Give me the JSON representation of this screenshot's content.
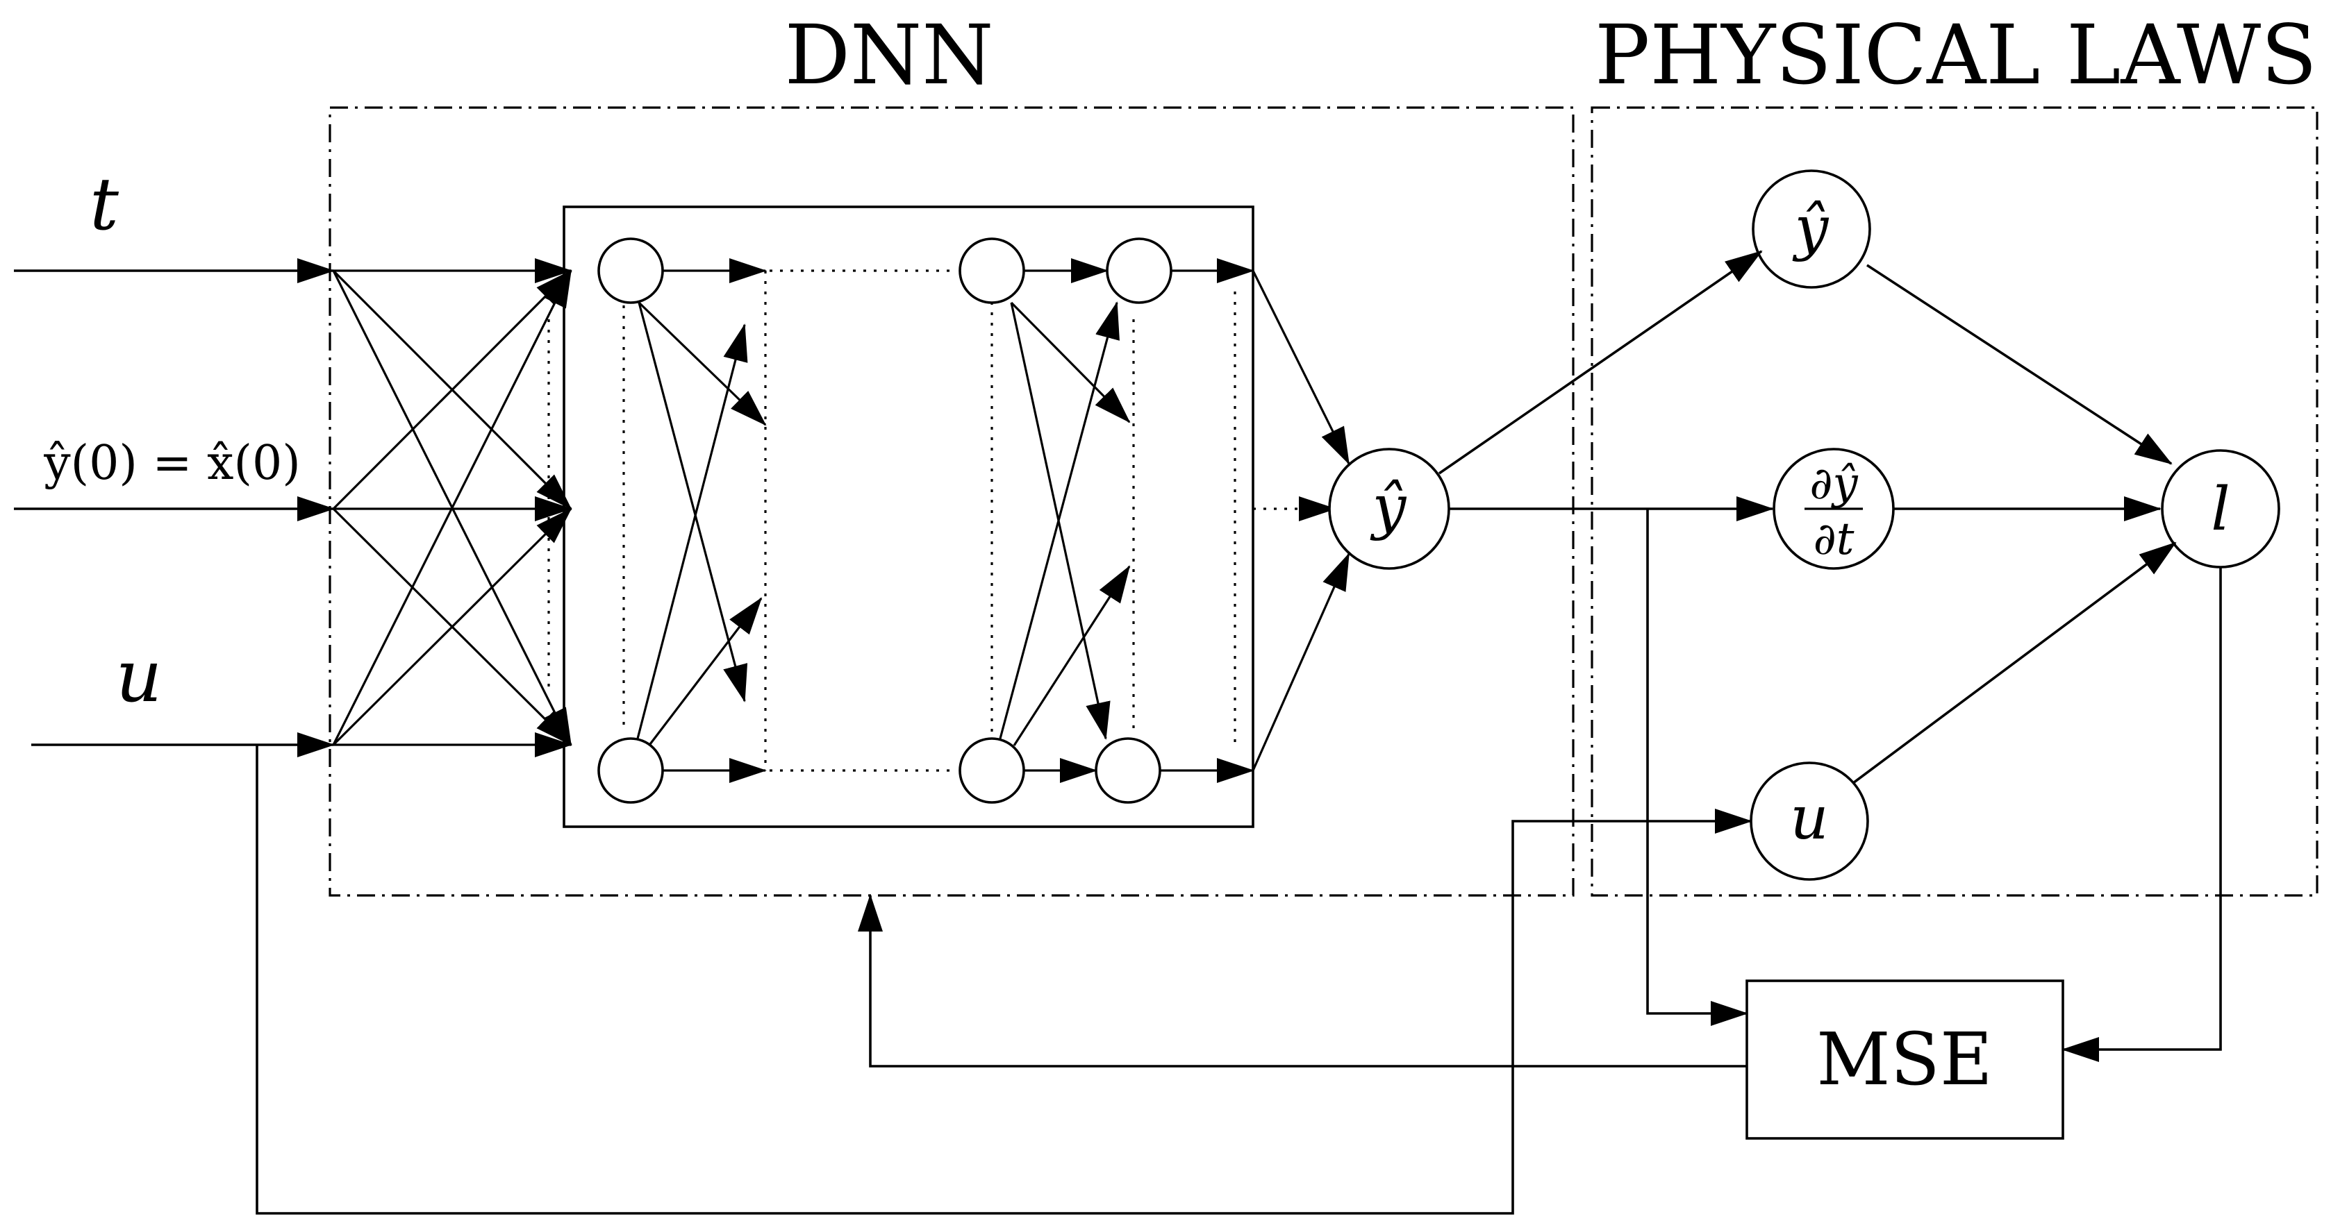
{
  "sections": {
    "dnn_title": "DNN",
    "physics_title": "PHYSICAL LAWS"
  },
  "inputs": {
    "t": "t",
    "y0": "ŷ(0) = x̂(0)",
    "u": "u"
  },
  "nodes": {
    "dnn_output": "ŷ",
    "physics_y": "ŷ",
    "derivative_num": "∂ŷ",
    "derivative_den": "∂t",
    "physics_u": "u",
    "loss": "l",
    "mse": "MSE"
  }
}
